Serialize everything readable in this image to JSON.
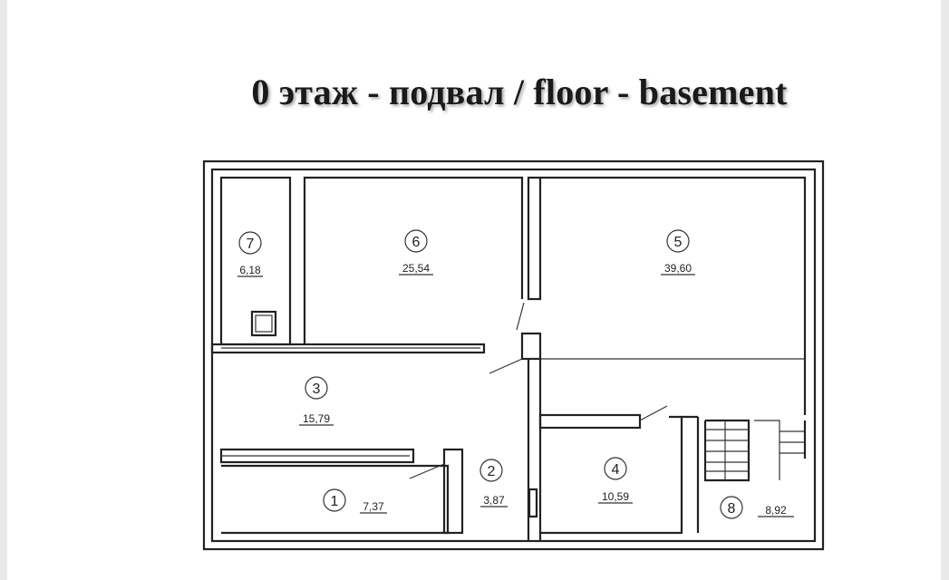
{
  "title": "0 этаж - подвал / floor - basement",
  "rooms": [
    {
      "number": "7",
      "area": "6,18"
    },
    {
      "number": "6",
      "area": "25,54"
    },
    {
      "number": "5",
      "area": "39,60"
    },
    {
      "number": "3",
      "area": "15,79"
    },
    {
      "number": "2",
      "area": "3,87"
    },
    {
      "number": "4",
      "area": "10,59"
    },
    {
      "number": "1",
      "area": "7,37"
    },
    {
      "number": "8",
      "area": "8,92"
    }
  ]
}
